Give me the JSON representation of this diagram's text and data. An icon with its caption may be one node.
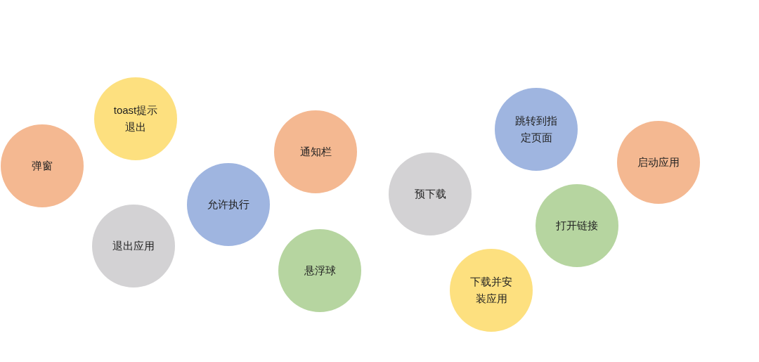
{
  "diagram": {
    "nodes": [
      {
        "text": [
          "弹窗"
        ]
      },
      {
        "text": [
          "toast提示退出"
        ]
      },
      {
        "text": [
          "退出应用"
        ]
      },
      {
        "text": [
          "允许执行"
        ]
      },
      {
        "text": [
          "通知栏"
        ]
      },
      {
        "text": [
          "悬浮球"
        ]
      },
      {
        "text": [
          "预下载"
        ]
      },
      {
        "text": [
          "跳转到指定页面"
        ]
      },
      {
        "text": [
          "下载并安装应用"
        ]
      },
      {
        "text": [
          "打开链接"
        ]
      },
      {
        "text": [
          "启动应用"
        ]
      }
    ]
  }
}
